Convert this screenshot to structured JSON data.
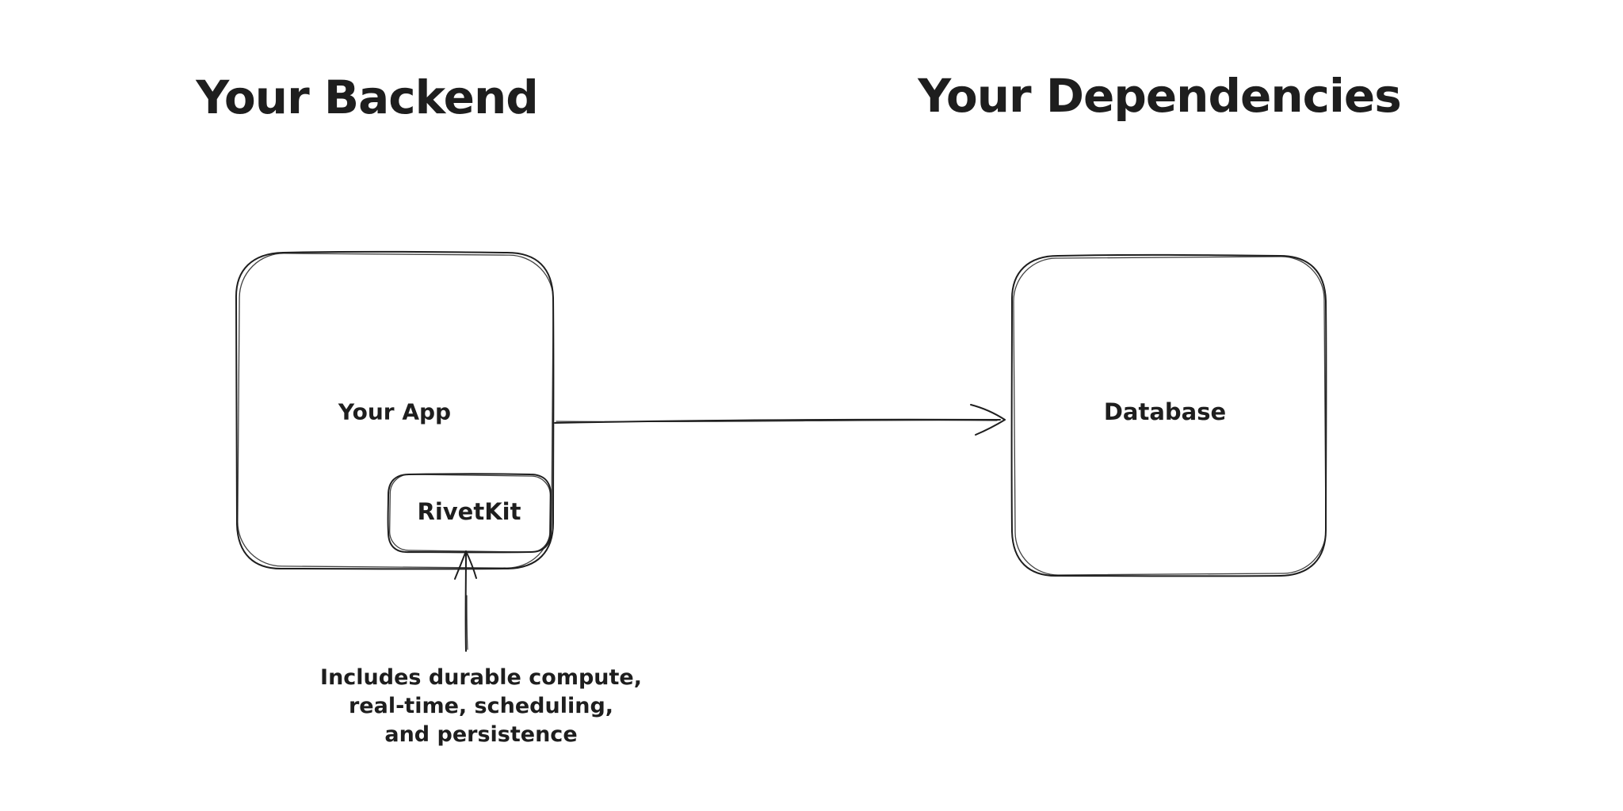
{
  "titles": {
    "backend": "Your Backend",
    "dependencies": "Your Dependencies"
  },
  "nodes": {
    "your_app": {
      "label": "Your App"
    },
    "rivetkit": {
      "label": "RivetKit"
    },
    "database": {
      "label": "Database"
    }
  },
  "annotation": {
    "lines": {
      "0": "Includes durable compute,",
      "1": "real-time, scheduling,",
      "2": "and persistence"
    }
  },
  "edges": [
    {
      "name": "app-to-database",
      "from": "Your App",
      "to": "Database",
      "style": "arrow-right"
    },
    {
      "name": "annotation-to-rivetkit",
      "from": "annotation",
      "to": "RivetKit",
      "style": "arrow-up"
    }
  ],
  "colors": {
    "background": "#ffffff",
    "stroke": "#1e1e1e"
  }
}
